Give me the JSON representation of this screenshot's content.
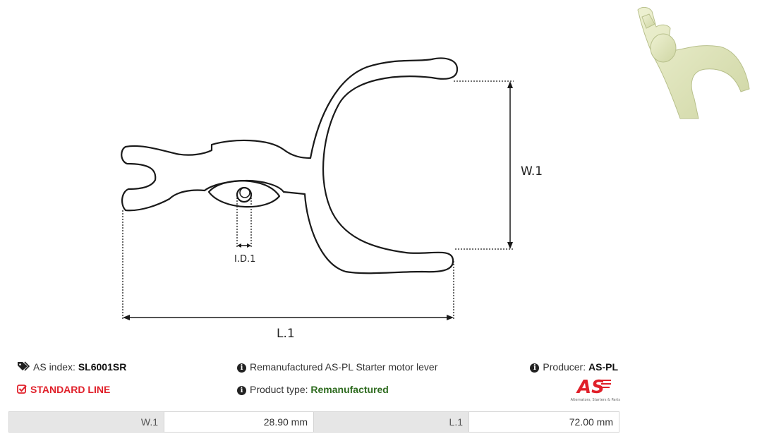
{
  "drawing": {
    "labels": {
      "width": "W.1",
      "length": "L.1",
      "inner_diameter": "I.D.1"
    }
  },
  "photo": {
    "icon": "starter-lever-photo"
  },
  "info": {
    "as_index_label": "AS index:",
    "as_index_value": "SL6001SR",
    "line_badge": "STANDARD LINE",
    "description": "Remanufactured AS-PL Starter motor lever",
    "product_type_label": "Product type:",
    "product_type_value": "Remanufactured",
    "producer_label": "Producer:",
    "producer_value": "AS-PL"
  },
  "logo": {
    "text": "AS",
    "tagline": "Alternators, Starters & Parts"
  },
  "specs": [
    {
      "label": "W.1",
      "value": "28.90 mm"
    },
    {
      "label": "L.1",
      "value": "72.00 mm"
    }
  ],
  "colors": {
    "accent_red": "#e0202a",
    "product_green": "#2e6b1f",
    "table_label_bg": "#e6e6e6"
  }
}
